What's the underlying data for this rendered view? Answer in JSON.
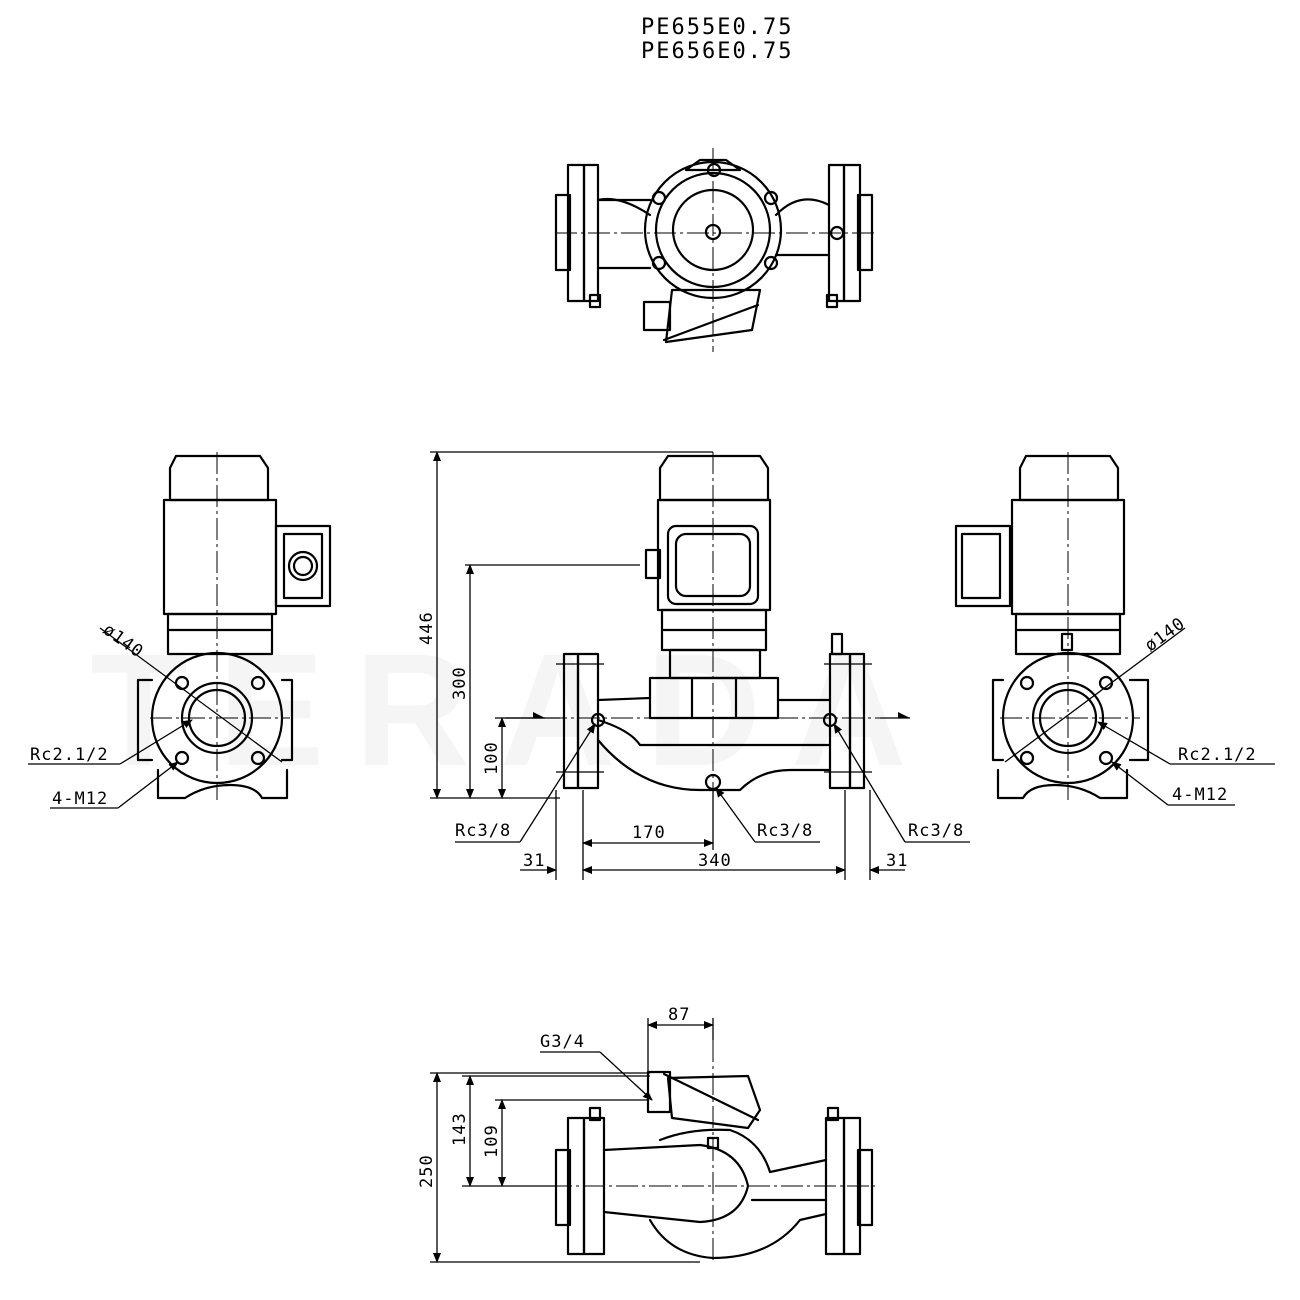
{
  "title": {
    "line1": "PE655E0.75",
    "line2": "PE656E0.75"
  },
  "watermark": "TERADA",
  "front_view": {
    "dims": {
      "overall_height": "446",
      "motor_box_height": "300",
      "port_height": "100",
      "center_to_drain": "170",
      "face_to_face": "340",
      "flange_left": "31",
      "flange_right": "31"
    },
    "callouts": {
      "port_left": "Rc3/8",
      "port_drain": "Rc3/8",
      "port_right": "Rc3/8"
    }
  },
  "side_view_left": {
    "flange_diameter": "ø140",
    "pipe_thread": "Rc2.1/2",
    "bolts": "4-M12"
  },
  "side_view_right": {
    "flange_diameter": "ø140",
    "pipe_thread": "Rc2.1/2",
    "bolts": "4-M12"
  },
  "bottom_view": {
    "dims": {
      "conduit_offset": "87",
      "overall_depth": "250",
      "conduit_depth": "143",
      "center_depth": "109"
    },
    "callouts": {
      "conduit_thread": "G3/4"
    }
  }
}
